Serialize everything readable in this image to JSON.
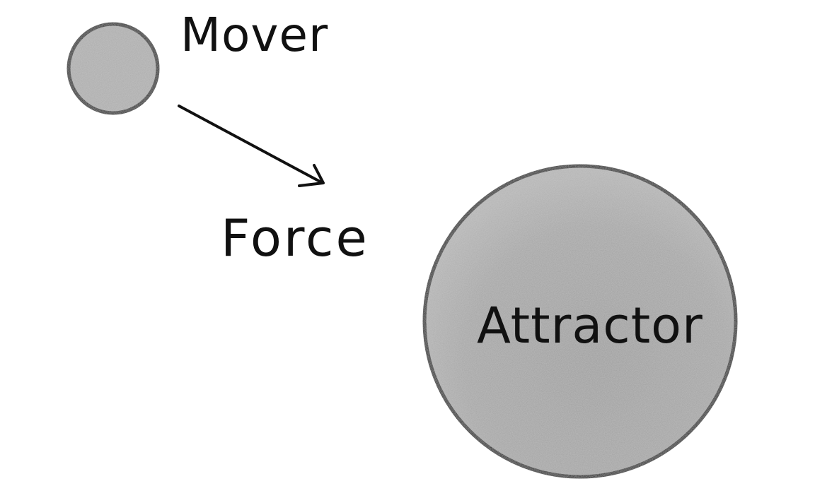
{
  "labels": {
    "mover": "Mover",
    "force": "Force",
    "attractor": "Attractor"
  },
  "colors": {
    "ink": "#111111",
    "fill_light": "#b0b0b0",
    "fill_dark": "#9e9e9e",
    "background": "#ffffff"
  }
}
